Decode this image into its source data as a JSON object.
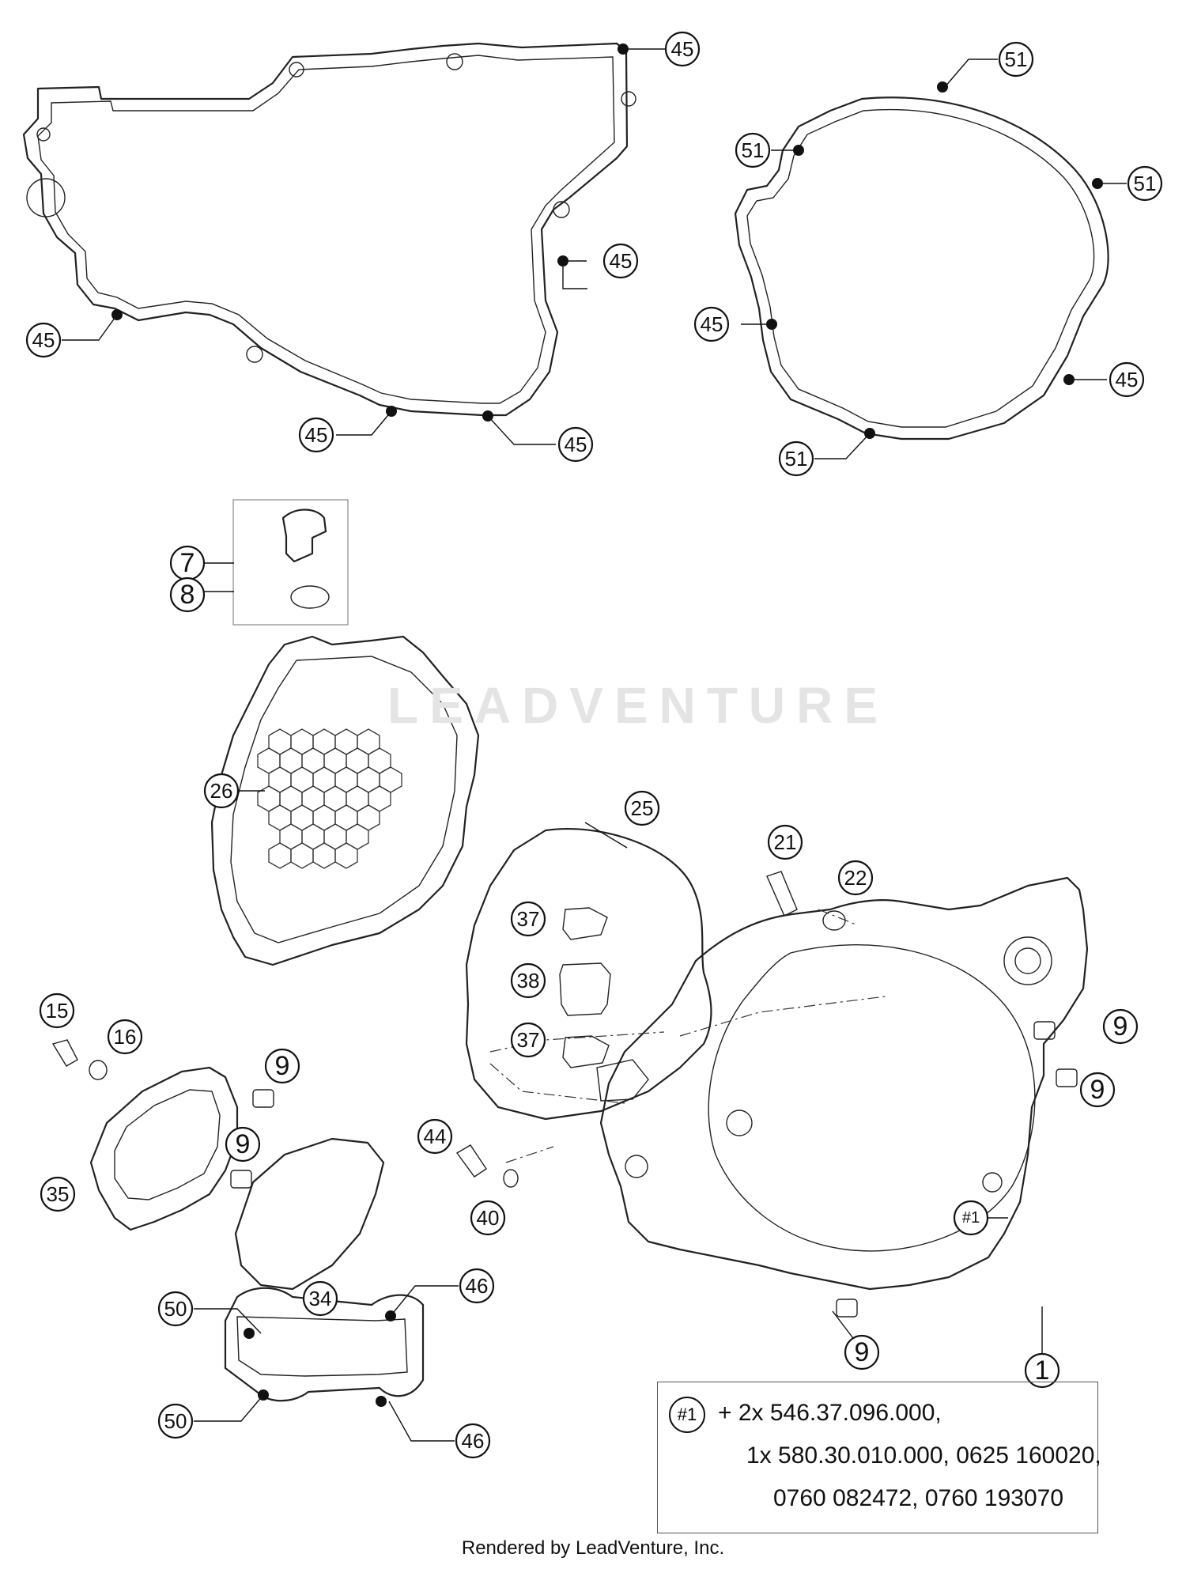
{
  "callouts": [
    {
      "id": "45"
    },
    {
      "id": "51"
    },
    {
      "id": "7"
    },
    {
      "id": "8"
    },
    {
      "id": "26"
    },
    {
      "id": "25"
    },
    {
      "id": "21"
    },
    {
      "id": "22"
    },
    {
      "id": "37"
    },
    {
      "id": "38"
    },
    {
      "id": "15"
    },
    {
      "id": "16"
    },
    {
      "id": "9"
    },
    {
      "id": "35"
    },
    {
      "id": "34"
    },
    {
      "id": "44"
    },
    {
      "id": "40"
    },
    {
      "id": "#1"
    },
    {
      "id": "50"
    },
    {
      "id": "46"
    },
    {
      "id": "1"
    }
  ],
  "note": {
    "ref": "#1",
    "line1": "+ 2x 546.37.096.000,",
    "line2": "1x 580.30.010.000, 0625 160020,",
    "line3": "0760 082472, 0760 193070"
  },
  "watermark": "LEADVENTURE",
  "footer": "Rendered by LeadVenture, Inc."
}
